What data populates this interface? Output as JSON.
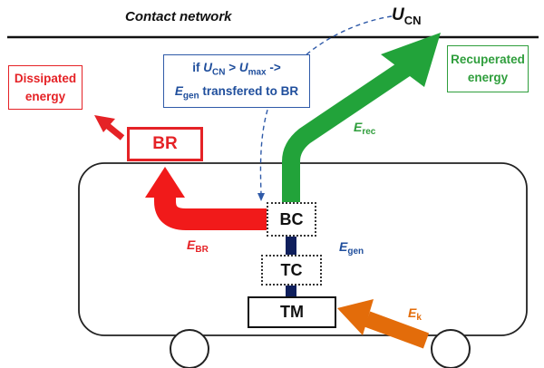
{
  "network": {
    "label": "Contact network",
    "voltage_symbol": "U",
    "voltage_sub": "CN"
  },
  "condition": {
    "line1_prefix": "if ",
    "u": "U",
    "cn": "CN",
    "gt": " > ",
    "umax_sub": "max",
    "arrow": " ->",
    "e": "E",
    "gen": "gen",
    "line2_suffix": " transfered to BR"
  },
  "boxes": {
    "dissipated": "Dissipated\nenergy",
    "recuperated": "Recuperated\nenergy",
    "br": "BR",
    "bc": "BC",
    "tc": "TC",
    "tm": "TM"
  },
  "flows": {
    "rec": {
      "symbol": "E",
      "sub": "rec"
    },
    "br": {
      "symbol": "E",
      "sub": "BR"
    },
    "gen": {
      "symbol": "E",
      "sub": "gen"
    },
    "k": {
      "symbol": "E",
      "sub": "k"
    }
  },
  "colors": {
    "dissipated_red": "#e52226",
    "recuperated_green": "#2f9e3c",
    "generated_blue": "#1f4e9c",
    "kinetic_orange": "#e36c0a",
    "shaft_navy": "#0f1f5c"
  },
  "icons": [
    "wheel-icon",
    "dashed-curve-arrow-icon"
  ]
}
